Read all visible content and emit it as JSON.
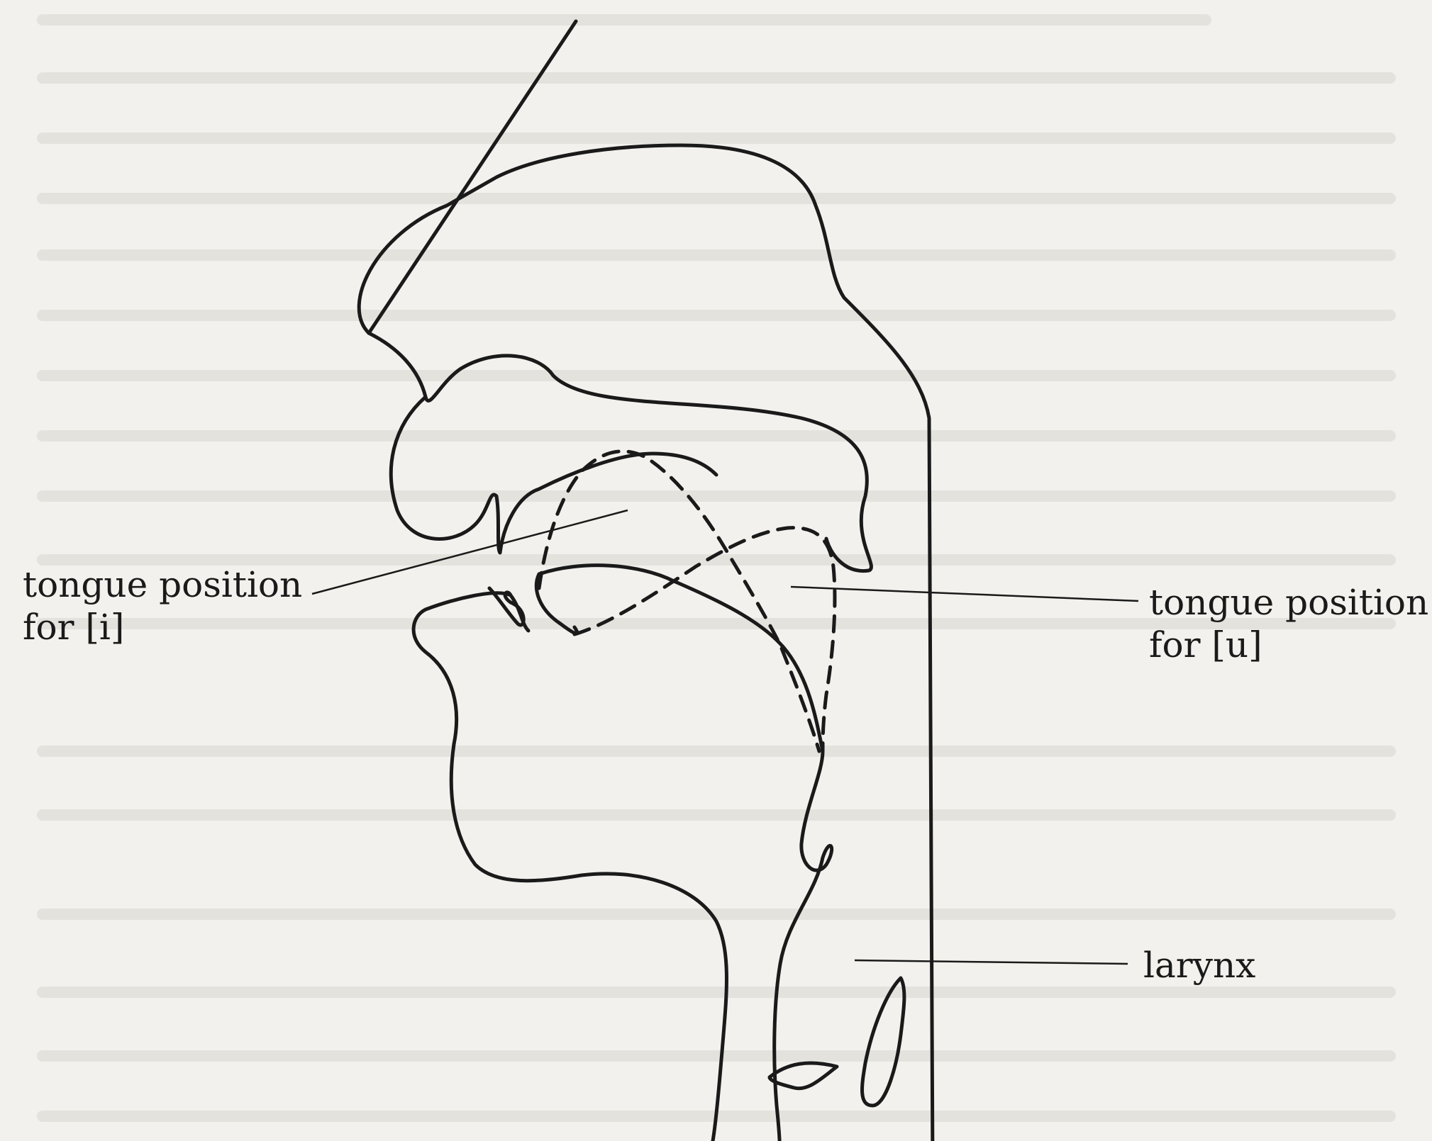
{
  "labels": {
    "tongue_i": {
      "line1": "tongue position",
      "line2": "for [i]"
    },
    "tongue_u": {
      "line1": "tongue position",
      "line2": "for [u]"
    },
    "larynx": "larynx"
  },
  "colors": {
    "background": "#f2f1ed",
    "ink": "#1a1a1a",
    "ghost_text": "#d8d6d0"
  }
}
